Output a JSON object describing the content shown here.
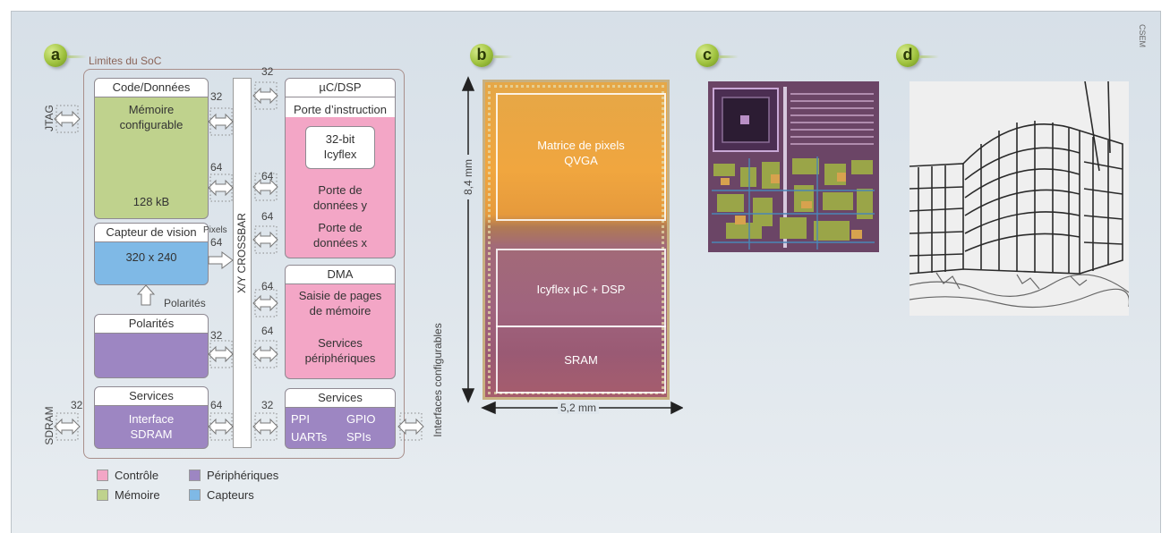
{
  "corner_credit": "CSEM",
  "panels": {
    "a": {
      "letter": "a",
      "soc_label": "Limites du SoC",
      "crossbar": "X/Y CROSSBAR",
      "jtag": "JTAG",
      "sdram": "SDRAM",
      "interfaces": "Interfaces configurables",
      "polarites_arrow": "Polarités",
      "bus": {
        "w32": "32",
        "w64": "64",
        "pixels": "Pixels"
      },
      "blocks": {
        "code": {
          "title": "Code/Données",
          "line1": "Mémoire",
          "line2": "configurable",
          "size": "128 kB"
        },
        "vision": {
          "title": "Capteur de vision",
          "resolution": "320 x 240"
        },
        "polarites": {
          "title": "Polarités"
        },
        "services1": {
          "title": "Services",
          "line1": "Interface",
          "line2": "SDRAM"
        },
        "ucdsp": {
          "title": "µC/DSP",
          "instr": "Porte d’instruction",
          "core1": "32-bit",
          "core2": "Icyflex",
          "porty1": "Porte de",
          "porty2": "données y",
          "portx1": "Porte de",
          "portx2": "données x"
        },
        "dma": {
          "title": "DMA",
          "line1": "Saisie de pages",
          "line2": "de mémoire",
          "line3": "Services",
          "line4": "périphériques"
        },
        "services2": {
          "title": "Services",
          "ppi": "PPI",
          "gpio": "GPIO",
          "uarts": "UARTs",
          "spis": "SPIs"
        }
      },
      "legend": {
        "control": "Contrôle",
        "peripherals": "Périphériques",
        "memory": "Mémoire",
        "sensors": "Capteurs"
      },
      "colors": {
        "control": "#f3a6c6",
        "peripherals": "#9d86c2",
        "memory": "#bfd28d",
        "sensors": "#7fb9e6"
      }
    },
    "b": {
      "letter": "b",
      "pixel_array1": "Matrice de pixels",
      "pixel_array2": "QVGA",
      "cpu": "Icyflex µC + DSP",
      "sram": "SRAM",
      "height": "8,4 mm",
      "width": "5,2 mm"
    },
    "c": {
      "letter": "c"
    },
    "d": {
      "letter": "d"
    }
  }
}
